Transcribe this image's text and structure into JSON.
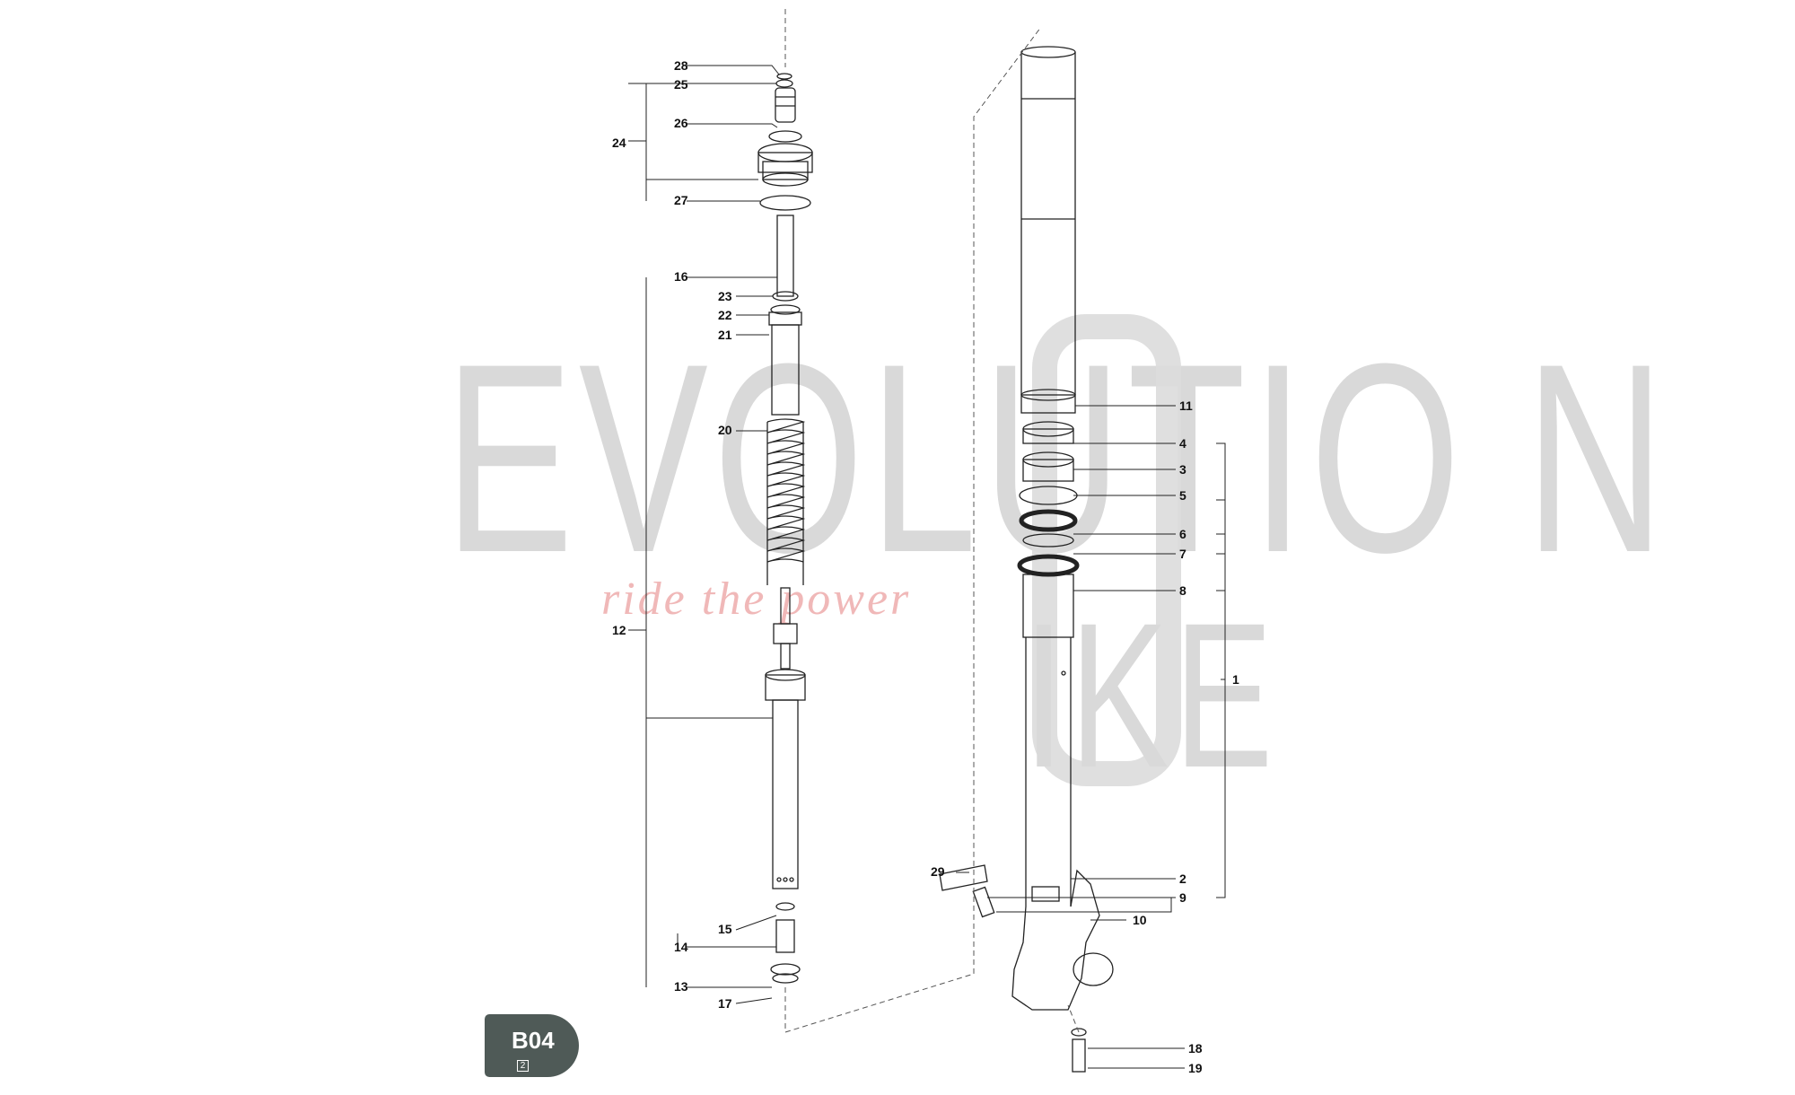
{
  "watermark": {
    "line1": "EVOLUTIO N",
    "line2": "IKE",
    "tagline": "ride the power"
  },
  "badge": {
    "code": "B04",
    "page": "2"
  },
  "callouts": {
    "n28": "28",
    "n25": "25",
    "n24": "24",
    "n26": "26",
    "n27": "27",
    "n16": "16",
    "n23": "23",
    "n22": "22",
    "n21": "21",
    "n20": "20",
    "n12": "12",
    "n15": "15",
    "n14": "14",
    "n13": "13",
    "n17": "17",
    "n11": "11",
    "n4": "4",
    "n3": "3",
    "n5": "5",
    "n6": "6",
    "n7": "7",
    "n8": "8",
    "n1": "1",
    "n29": "29",
    "n2": "2",
    "n9": "9",
    "n10": "10",
    "n18": "18",
    "n19": "19"
  },
  "colors": {
    "line": "#222222",
    "watermark": "#d9d9d9",
    "tagline": "#f0b8b8",
    "badge": "#4f5a57"
  }
}
